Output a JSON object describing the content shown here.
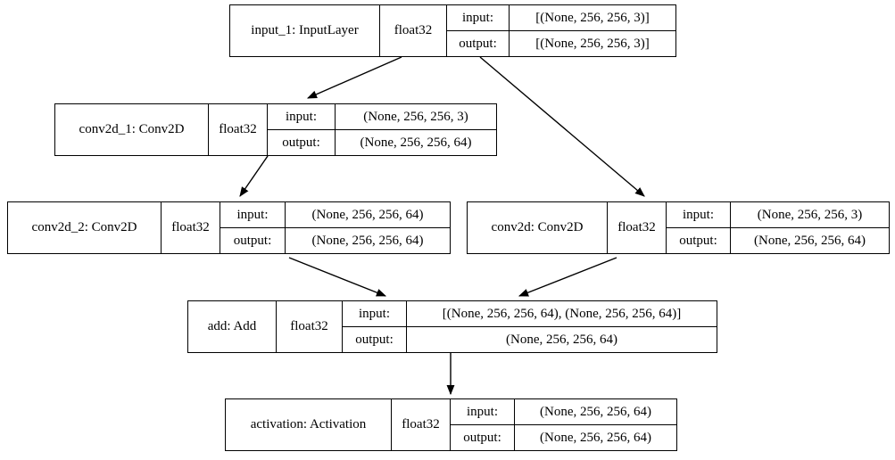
{
  "diagram": {
    "type": "keras-model-plot",
    "title": "",
    "line_color": "#000000",
    "box_border_color": "#000000",
    "background_color": "#ffffff",
    "io_labels": {
      "input": "input:",
      "output": "output:"
    },
    "nodes": [
      {
        "id": "input_1",
        "name": "input_1: InputLayer",
        "dtype": "float32",
        "input": "[(None, 256, 256, 3)]",
        "output": "[(None, 256, 256, 3)]"
      },
      {
        "id": "conv2d_1",
        "name": "conv2d_1: Conv2D",
        "dtype": "float32",
        "input": "(None, 256, 256, 3)",
        "output": "(None, 256, 256, 64)"
      },
      {
        "id": "conv2d_2",
        "name": "conv2d_2: Conv2D",
        "dtype": "float32",
        "input": "(None, 256, 256, 64)",
        "output": "(None, 256, 256, 64)"
      },
      {
        "id": "conv2d",
        "name": "conv2d: Conv2D",
        "dtype": "float32",
        "input": "(None, 256, 256, 3)",
        "output": "(None, 256, 256, 64)"
      },
      {
        "id": "add",
        "name": "add: Add",
        "dtype": "float32",
        "input": "[(None, 256, 256, 64), (None, 256, 256, 64)]",
        "output": "(None, 256, 256, 64)"
      },
      {
        "id": "activation",
        "name": "activation: Activation",
        "dtype": "float32",
        "input": "(None, 256, 256, 64)",
        "output": "(None, 256, 256, 64)"
      }
    ],
    "edges": [
      {
        "from": "input_1",
        "to": "conv2d_1"
      },
      {
        "from": "input_1",
        "to": "conv2d"
      },
      {
        "from": "conv2d_1",
        "to": "conv2d_2"
      },
      {
        "from": "conv2d_2",
        "to": "add"
      },
      {
        "from": "conv2d",
        "to": "add"
      },
      {
        "from": "add",
        "to": "activation"
      }
    ]
  }
}
